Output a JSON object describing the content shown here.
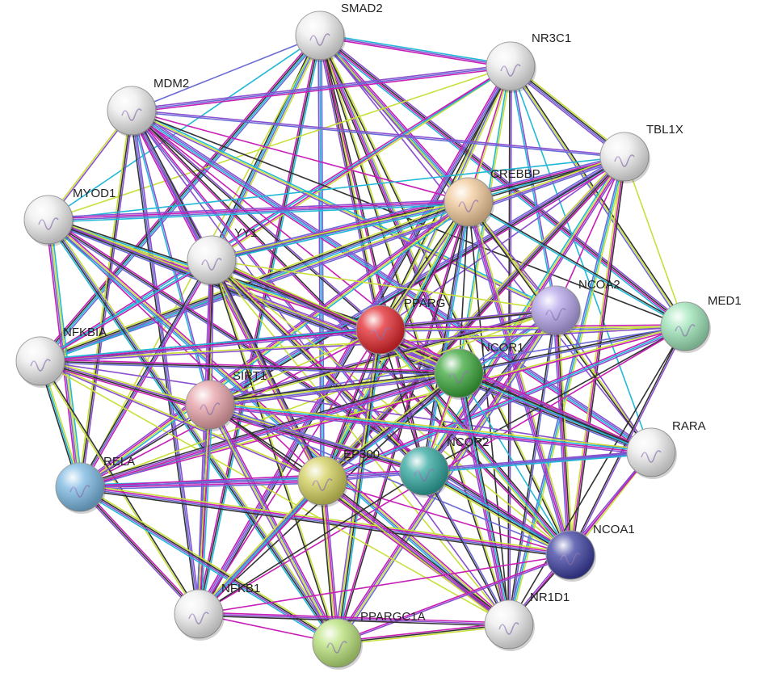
{
  "network": {
    "nodes": [
      {
        "id": "SMAD2",
        "label": "SMAD2",
        "color": "#eeeeee"
      },
      {
        "id": "NR3C1",
        "label": "NR3C1",
        "color": "#eeeeee"
      },
      {
        "id": "MDM2",
        "label": "MDM2",
        "color": "#eeeeee"
      },
      {
        "id": "TBL1X",
        "label": "TBL1X",
        "color": "#eeeeee"
      },
      {
        "id": "CREBBP",
        "label": "CREBBP",
        "color": "#f2c99a"
      },
      {
        "id": "MYOD1",
        "label": "MYOD1",
        "color": "#eeeeee"
      },
      {
        "id": "YY1",
        "label": "YY1",
        "color": "#eeeeee"
      },
      {
        "id": "NCOA2",
        "label": "NCOA2",
        "color": "#b3a2e8"
      },
      {
        "id": "MED1",
        "label": "MED1",
        "color": "#9ee5b8"
      },
      {
        "id": "PPARG",
        "label": "PPARG",
        "color": "#e2262c"
      },
      {
        "id": "NFKBIA",
        "label": "NFKBIA",
        "color": "#eeeeee"
      },
      {
        "id": "NCOR1",
        "label": "NCOR1",
        "color": "#3aa63a"
      },
      {
        "id": "SIRT1",
        "label": "SIRT1",
        "color": "#e7a2a8"
      },
      {
        "id": "RARA",
        "label": "RARA",
        "color": "#eeeeee"
      },
      {
        "id": "RELA",
        "label": "RELA",
        "color": "#7ab8e2"
      },
      {
        "id": "EP300",
        "label": "EP300",
        "color": "#d3cf5c"
      },
      {
        "id": "NCOR2",
        "label": "NCOR2",
        "color": "#2fa69e"
      },
      {
        "id": "NCOA1",
        "label": "NCOA1",
        "color": "#3b3fa0"
      },
      {
        "id": "NFKB1",
        "label": "NFKB1",
        "color": "#eeeeee"
      },
      {
        "id": "NR1D1",
        "label": "NR1D1",
        "color": "#eeeeee"
      },
      {
        "id": "PPARGC1A",
        "label": "PPARGC1A",
        "color": "#b9e27a"
      }
    ],
    "edge_colors": {
      "black": "#333333",
      "magenta": "#c71eb6",
      "cyan": "#22b8d8",
      "yellow": "#c9df3a",
      "blue": "#6a6ad6",
      "purple": "#8a4fcf"
    }
  }
}
